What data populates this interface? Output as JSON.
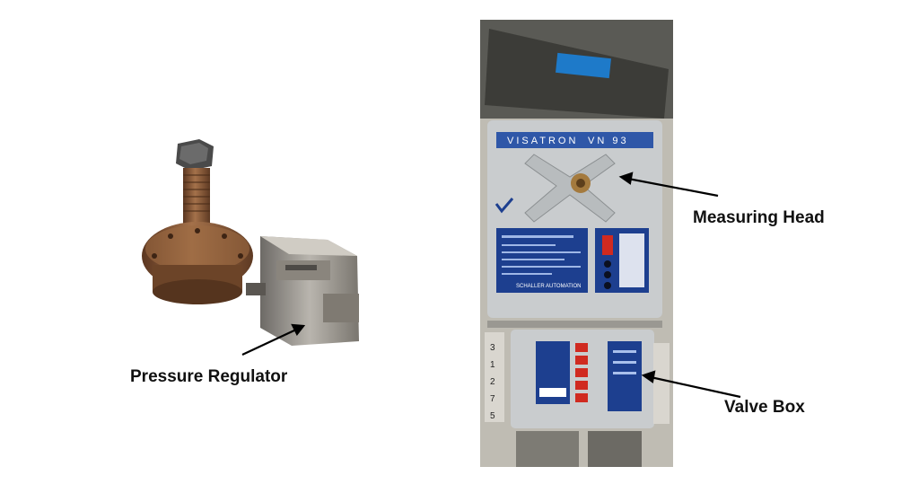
{
  "labels": {
    "pressure_regulator": "Pressure Regulator",
    "measuring_head": "Measuring Head",
    "valve_box": "Valve Box"
  },
  "device_text": {
    "brand": "VISATRON",
    "model": "VN 93",
    "manufacturer": "SCHALLER AUTOMATION",
    "keypad_digits": [
      "3",
      "1",
      "2",
      "7",
      "5"
    ]
  },
  "colors": {
    "enclosure": "#c9ccce",
    "panel_blue": "#1d3f8f",
    "led_red": "#d02a20",
    "brass": "#8a5a34"
  }
}
